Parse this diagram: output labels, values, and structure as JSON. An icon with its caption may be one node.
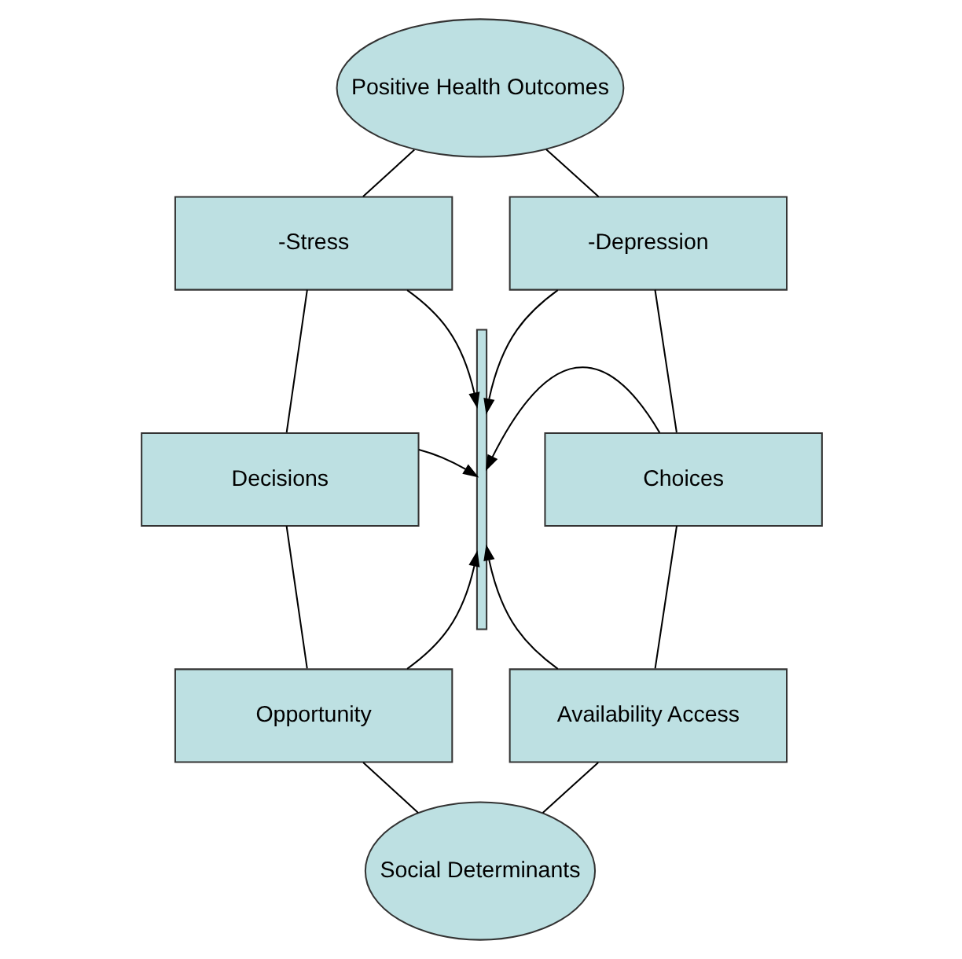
{
  "diagram": {
    "nodes": [
      {
        "text": [
          "Positive Health Outcomes"
        ]
      },
      {
        "text": [
          "-Stress"
        ]
      },
      {
        "text": [
          "-Depression"
        ]
      },
      {
        "text": [
          "Decisions"
        ]
      },
      {
        "text": [
          "Choices"
        ]
      },
      {
        "text": [
          "Opportunity"
        ]
      },
      {
        "text": [
          "Availability Access"
        ]
      },
      {
        "text": [],
        "shape": "arrow"
      },
      {
        "text": [
          "Social Determinants"
        ]
      }
    ],
    "edges": [
      {
        "from": 0,
        "to": 1,
        "arrow": "none"
      },
      {
        "from": 0,
        "to": 2,
        "arrow": "none"
      },
      {
        "from": 1,
        "to": 3,
        "arrow": "none"
      },
      {
        "from": 2,
        "to": 4,
        "arrow": "none"
      },
      {
        "from": 3,
        "to": 5,
        "arrow": "none"
      },
      {
        "from": 4,
        "to": 6,
        "arrow": "none"
      },
      {
        "from": 5,
        "to": 8,
        "arrow": "none"
      },
      {
        "from": 6,
        "to": 8,
        "arrow": "none"
      },
      {
        "from": 1,
        "to": 7,
        "arrow": "to"
      },
      {
        "from": 2,
        "to": 7,
        "arrow": "to"
      },
      {
        "from": 3,
        "to": 7,
        "arrow": "to"
      },
      {
        "from": 4,
        "to": 7,
        "arrow": "to"
      },
      {
        "from": 5,
        "to": 7,
        "arrow": "to"
      },
      {
        "from": 6,
        "to": 7,
        "arrow": "to"
      }
    ]
  }
}
